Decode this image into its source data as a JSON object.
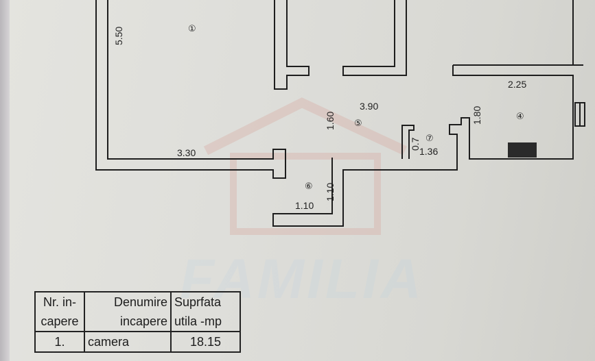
{
  "plan": {
    "room_labels": [
      "①",
      "④",
      "⑤",
      "⑥",
      "⑦"
    ],
    "dimensions": [
      "5.50",
      "3.30",
      "1.60",
      "3.90",
      "1.10",
      "1.10",
      "0.7",
      "1.36",
      "1.80",
      "2.25"
    ],
    "watermark": "FAMILIA"
  },
  "table": {
    "headers": [
      [
        "Nr. in-",
        "capere"
      ],
      [
        "Denumire",
        "incapere"
      ],
      [
        "Suprfata",
        "utila -mp"
      ]
    ],
    "rows": [
      {
        "nr": "1.",
        "name": "camera",
        "area": "18.15"
      }
    ]
  }
}
